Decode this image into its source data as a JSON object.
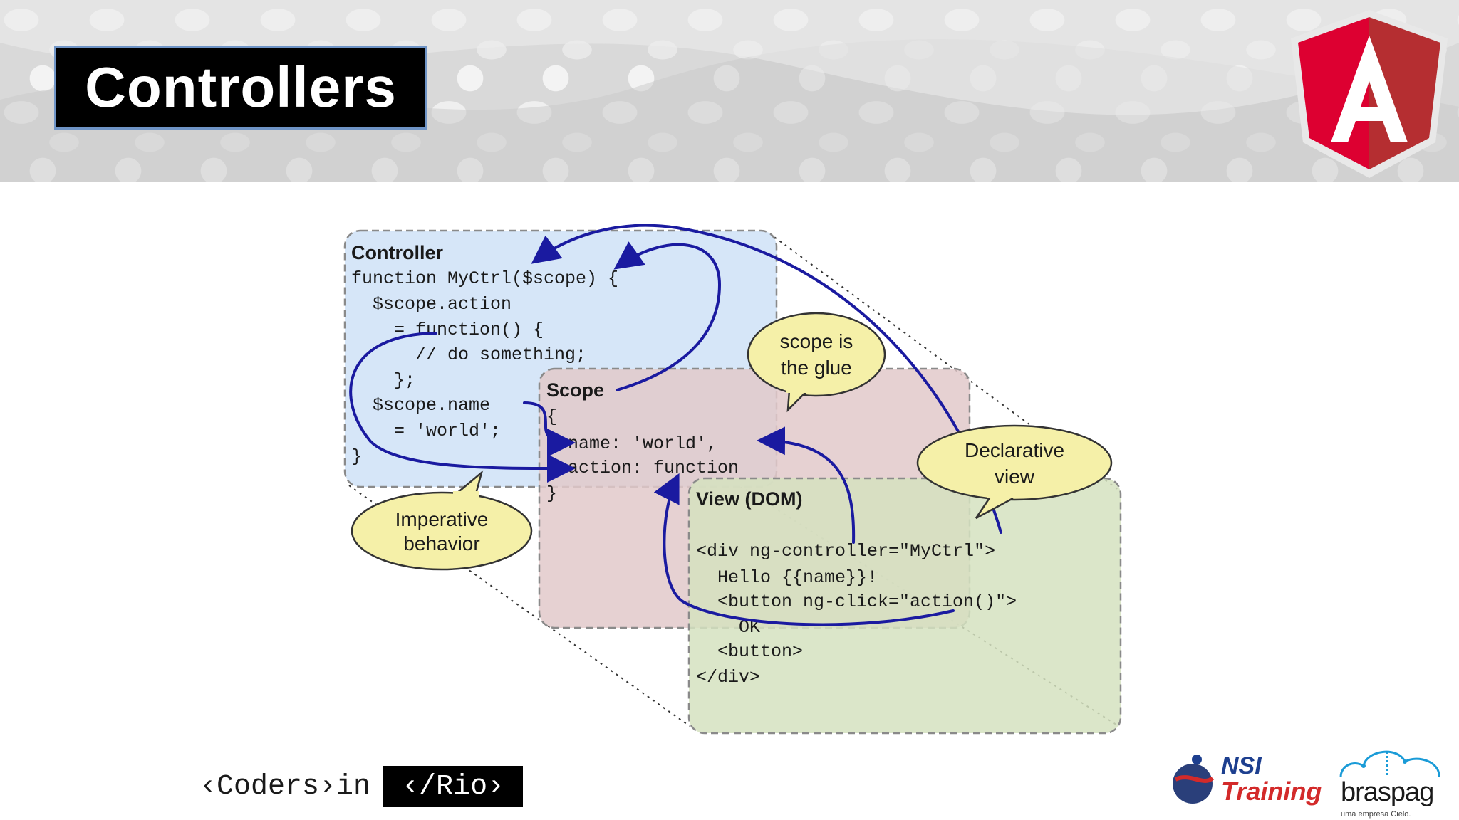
{
  "slide": {
    "title": "Controllers"
  },
  "diagram": {
    "controller": {
      "title": "Controller",
      "lines": [
        "function MyCtrl($scope) {",
        "  $scope.action",
        "    = function() {",
        "      // do something;",
        "    };",
        "  $scope.name",
        "    = 'world';",
        "}"
      ]
    },
    "scope": {
      "title": "Scope",
      "lines": [
        "{",
        "  name: 'world',",
        "  action: function",
        "}"
      ]
    },
    "view": {
      "title": "View (DOM)",
      "lines": [
        "<div ng-controller=\"MyCtrl\">",
        "  Hello {{name}}!",
        "  <button ng-click=\"action()\">",
        "    OK",
        "  <button>",
        "</div>"
      ]
    },
    "bubbles": {
      "glue": [
        "scope is",
        "the glue"
      ],
      "declarative": [
        "Declarative",
        "view"
      ],
      "imperative": [
        "Imperative",
        "behavior"
      ]
    },
    "colors": {
      "controller_fill": "#d6e6f8",
      "scope_fill": "#e6cfcf",
      "view_fill": "#dbe6c8",
      "arrow": "#1a1aa0",
      "bubble_fill": "#f5f0a8"
    }
  },
  "footer": {
    "coders": "‹Coders›in",
    "rio": "‹/Rio›",
    "nsi_line1": "NSI",
    "nsi_line2": "Training",
    "braspag": "braspag",
    "braspag_tagline": "uma empresa Cielo."
  }
}
